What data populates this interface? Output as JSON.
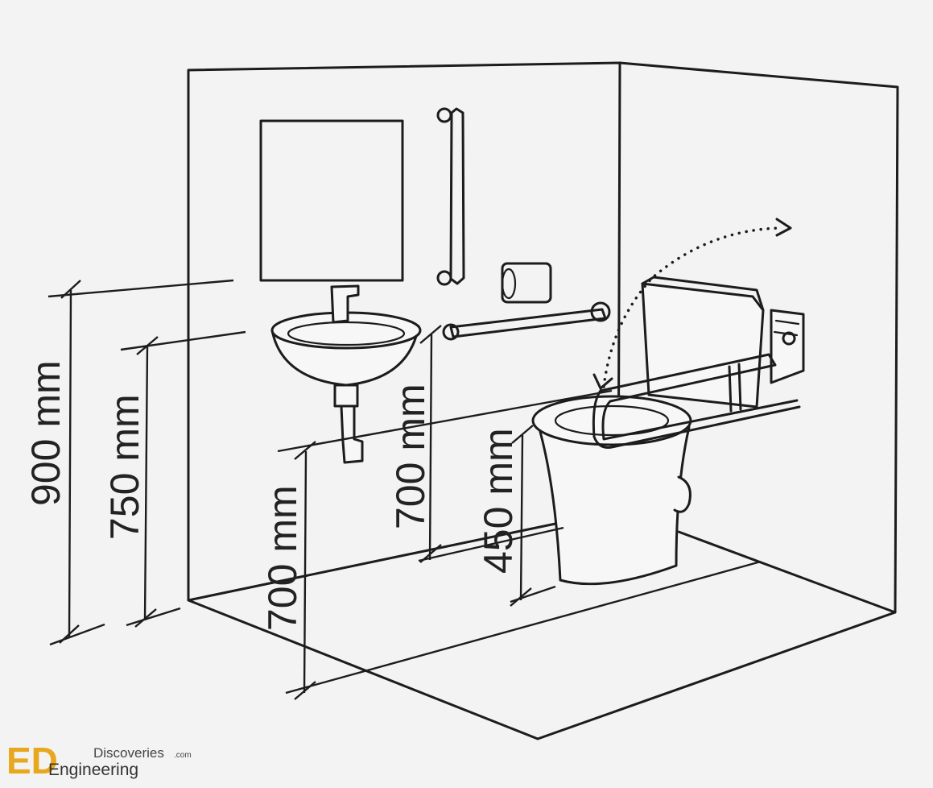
{
  "dimensions": {
    "mirror_height": "900 mm",
    "basin_height": "750 mm",
    "basin_to_toilet": "700 mm",
    "grab_rail_height": "700 mm",
    "seat_height": "450 mm"
  },
  "logo": {
    "mark": "ED",
    "line1": "Discoveries",
    "suffix": ".com",
    "line2": "Engineering"
  }
}
